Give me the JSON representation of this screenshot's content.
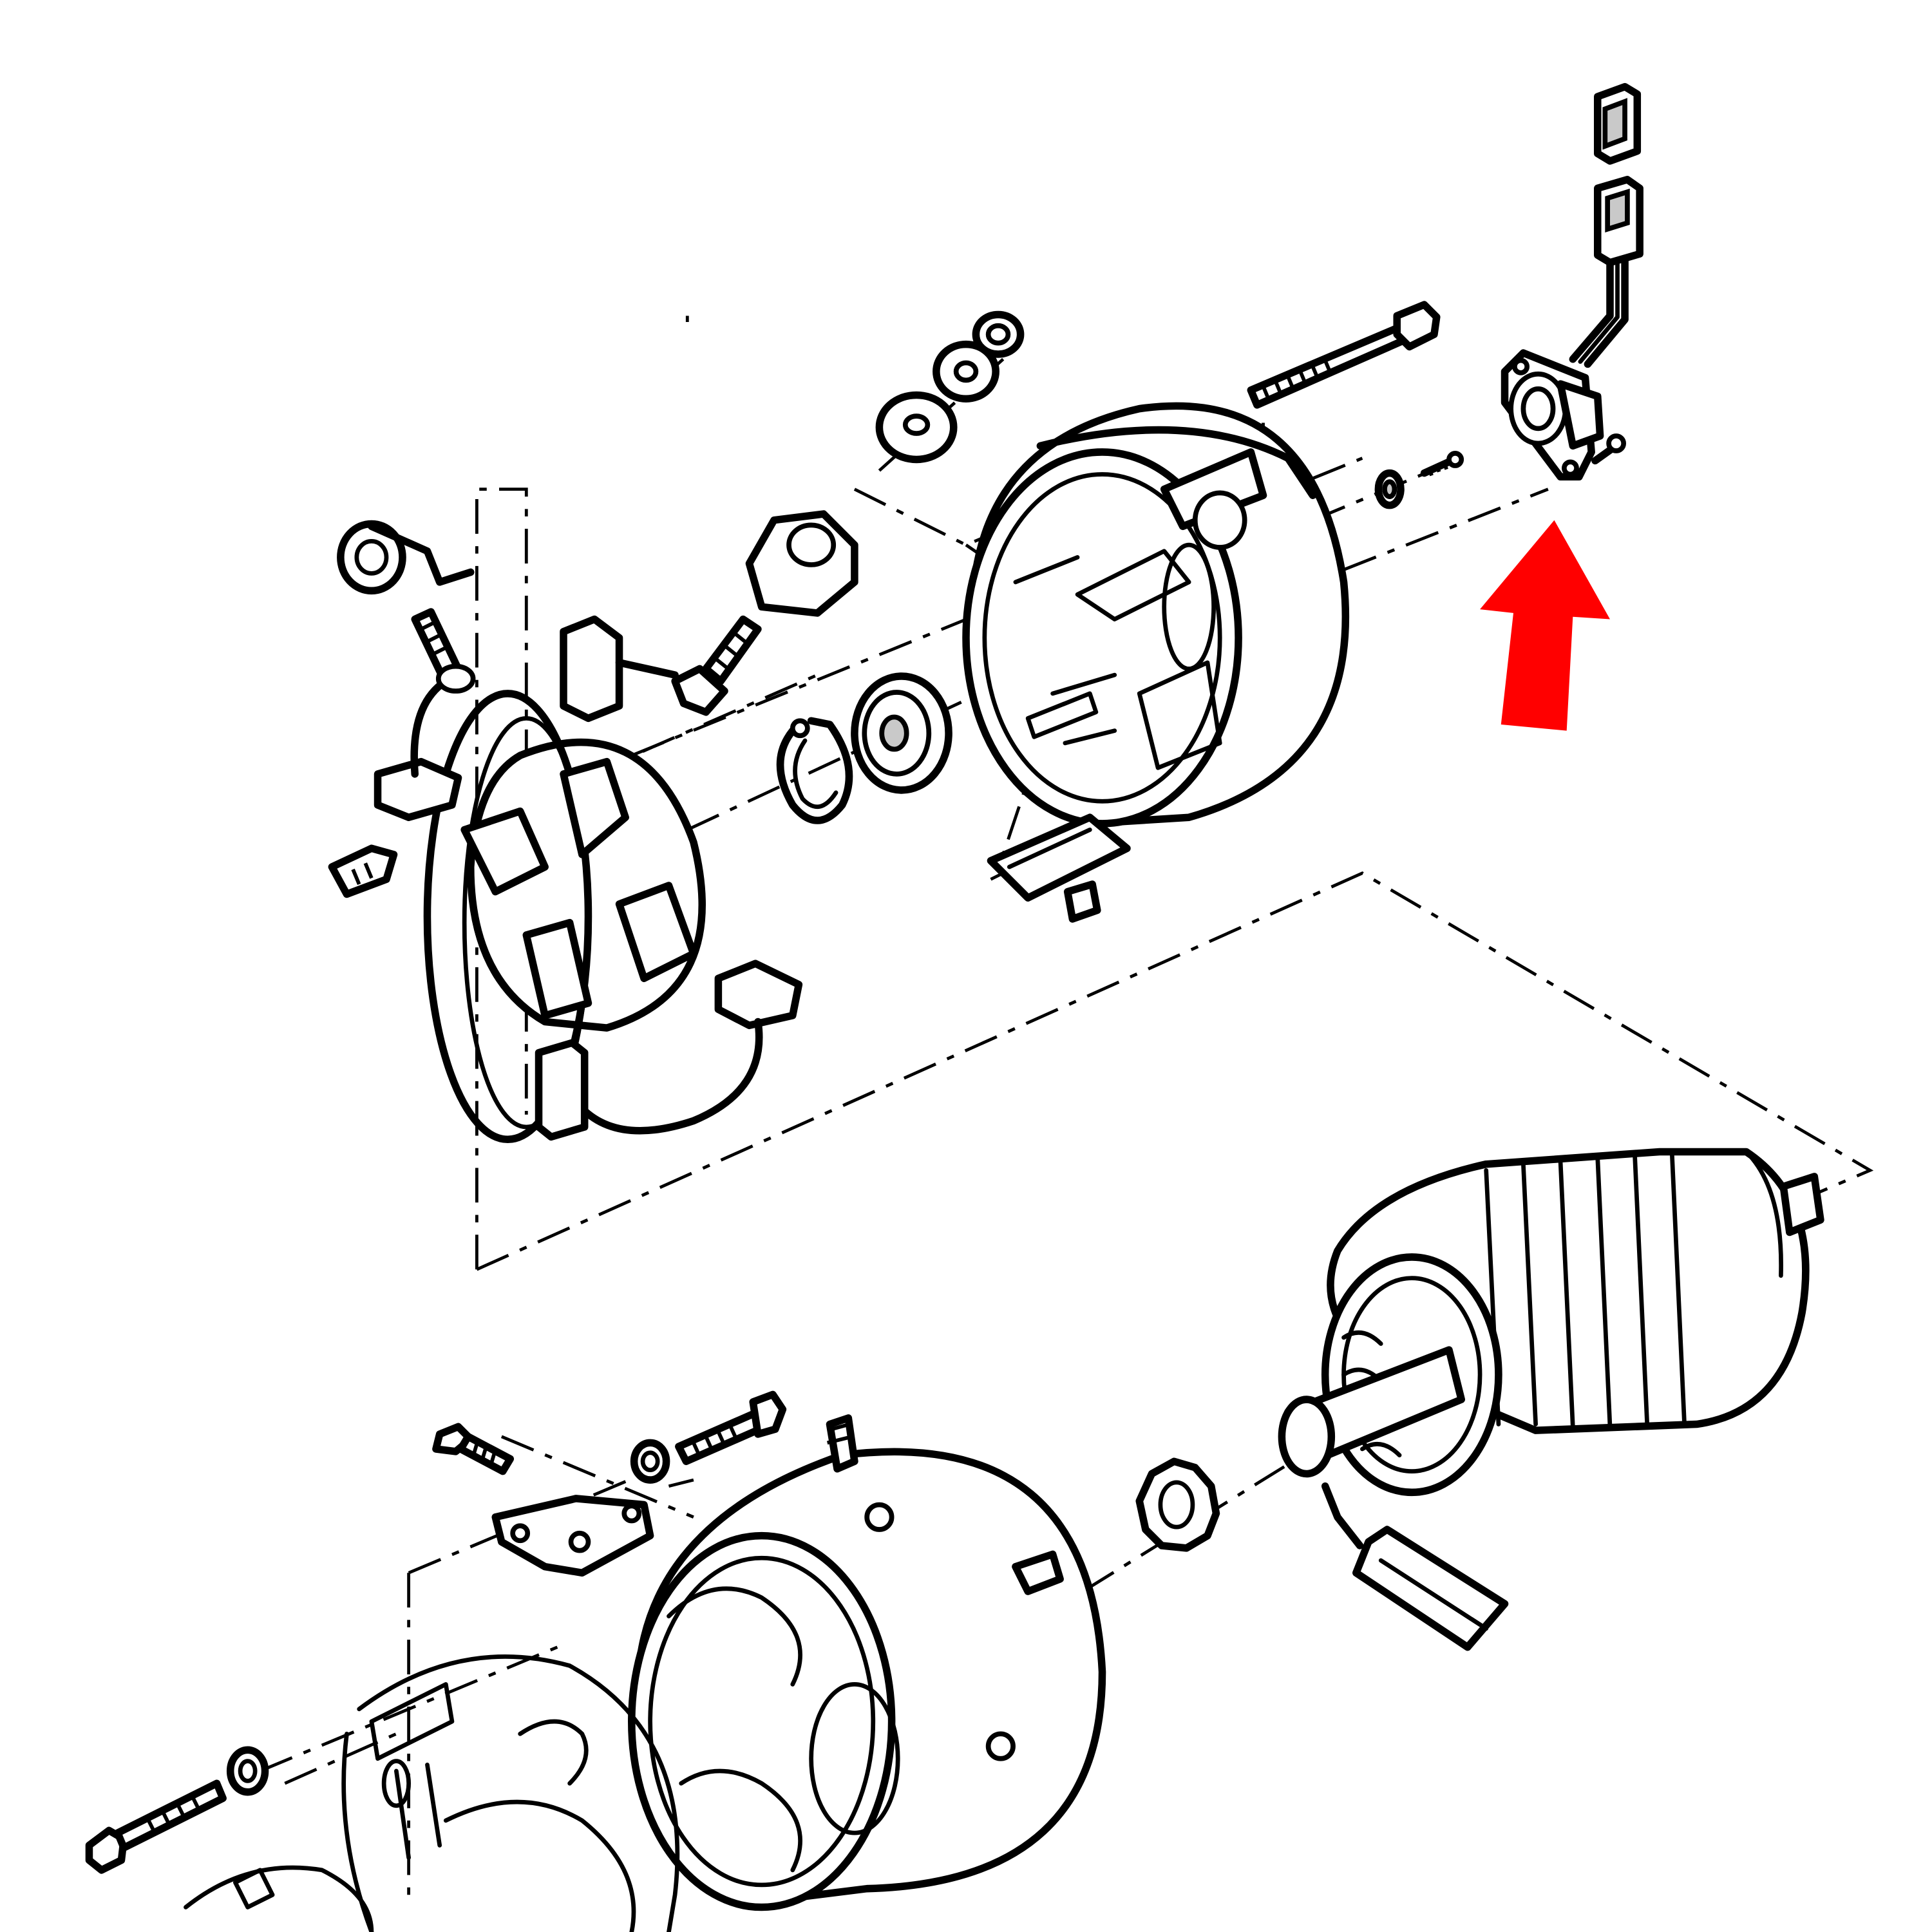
{
  "diagram": {
    "kind": "exploded parts diagram",
    "highlight_color": "#ff0000",
    "line_color": "#000000",
    "background": "#ffffff",
    "callout": {
      "icon": "arrow-up-icon",
      "points_to": "speed-sensor-assembly"
    },
    "parts": [
      "speed-sensor-connector",
      "speed-sensor-assembly",
      "sensor-mounting-screw",
      "sensor-magnet",
      "magnet-screw",
      "through-bolt",
      "end-cap-housing",
      "terminal-nut",
      "terminal-washer",
      "terminal-insulator",
      "terminal-stud",
      "bearing",
      "retaining-ring",
      "brush-plate-assembly",
      "brush-spring",
      "brush-screw",
      "field-housing",
      "armature",
      "thread-locker-tube",
      "drive-gear",
      "mount-bracket",
      "bolt-washer",
      "drive-end-housing"
    ]
  }
}
